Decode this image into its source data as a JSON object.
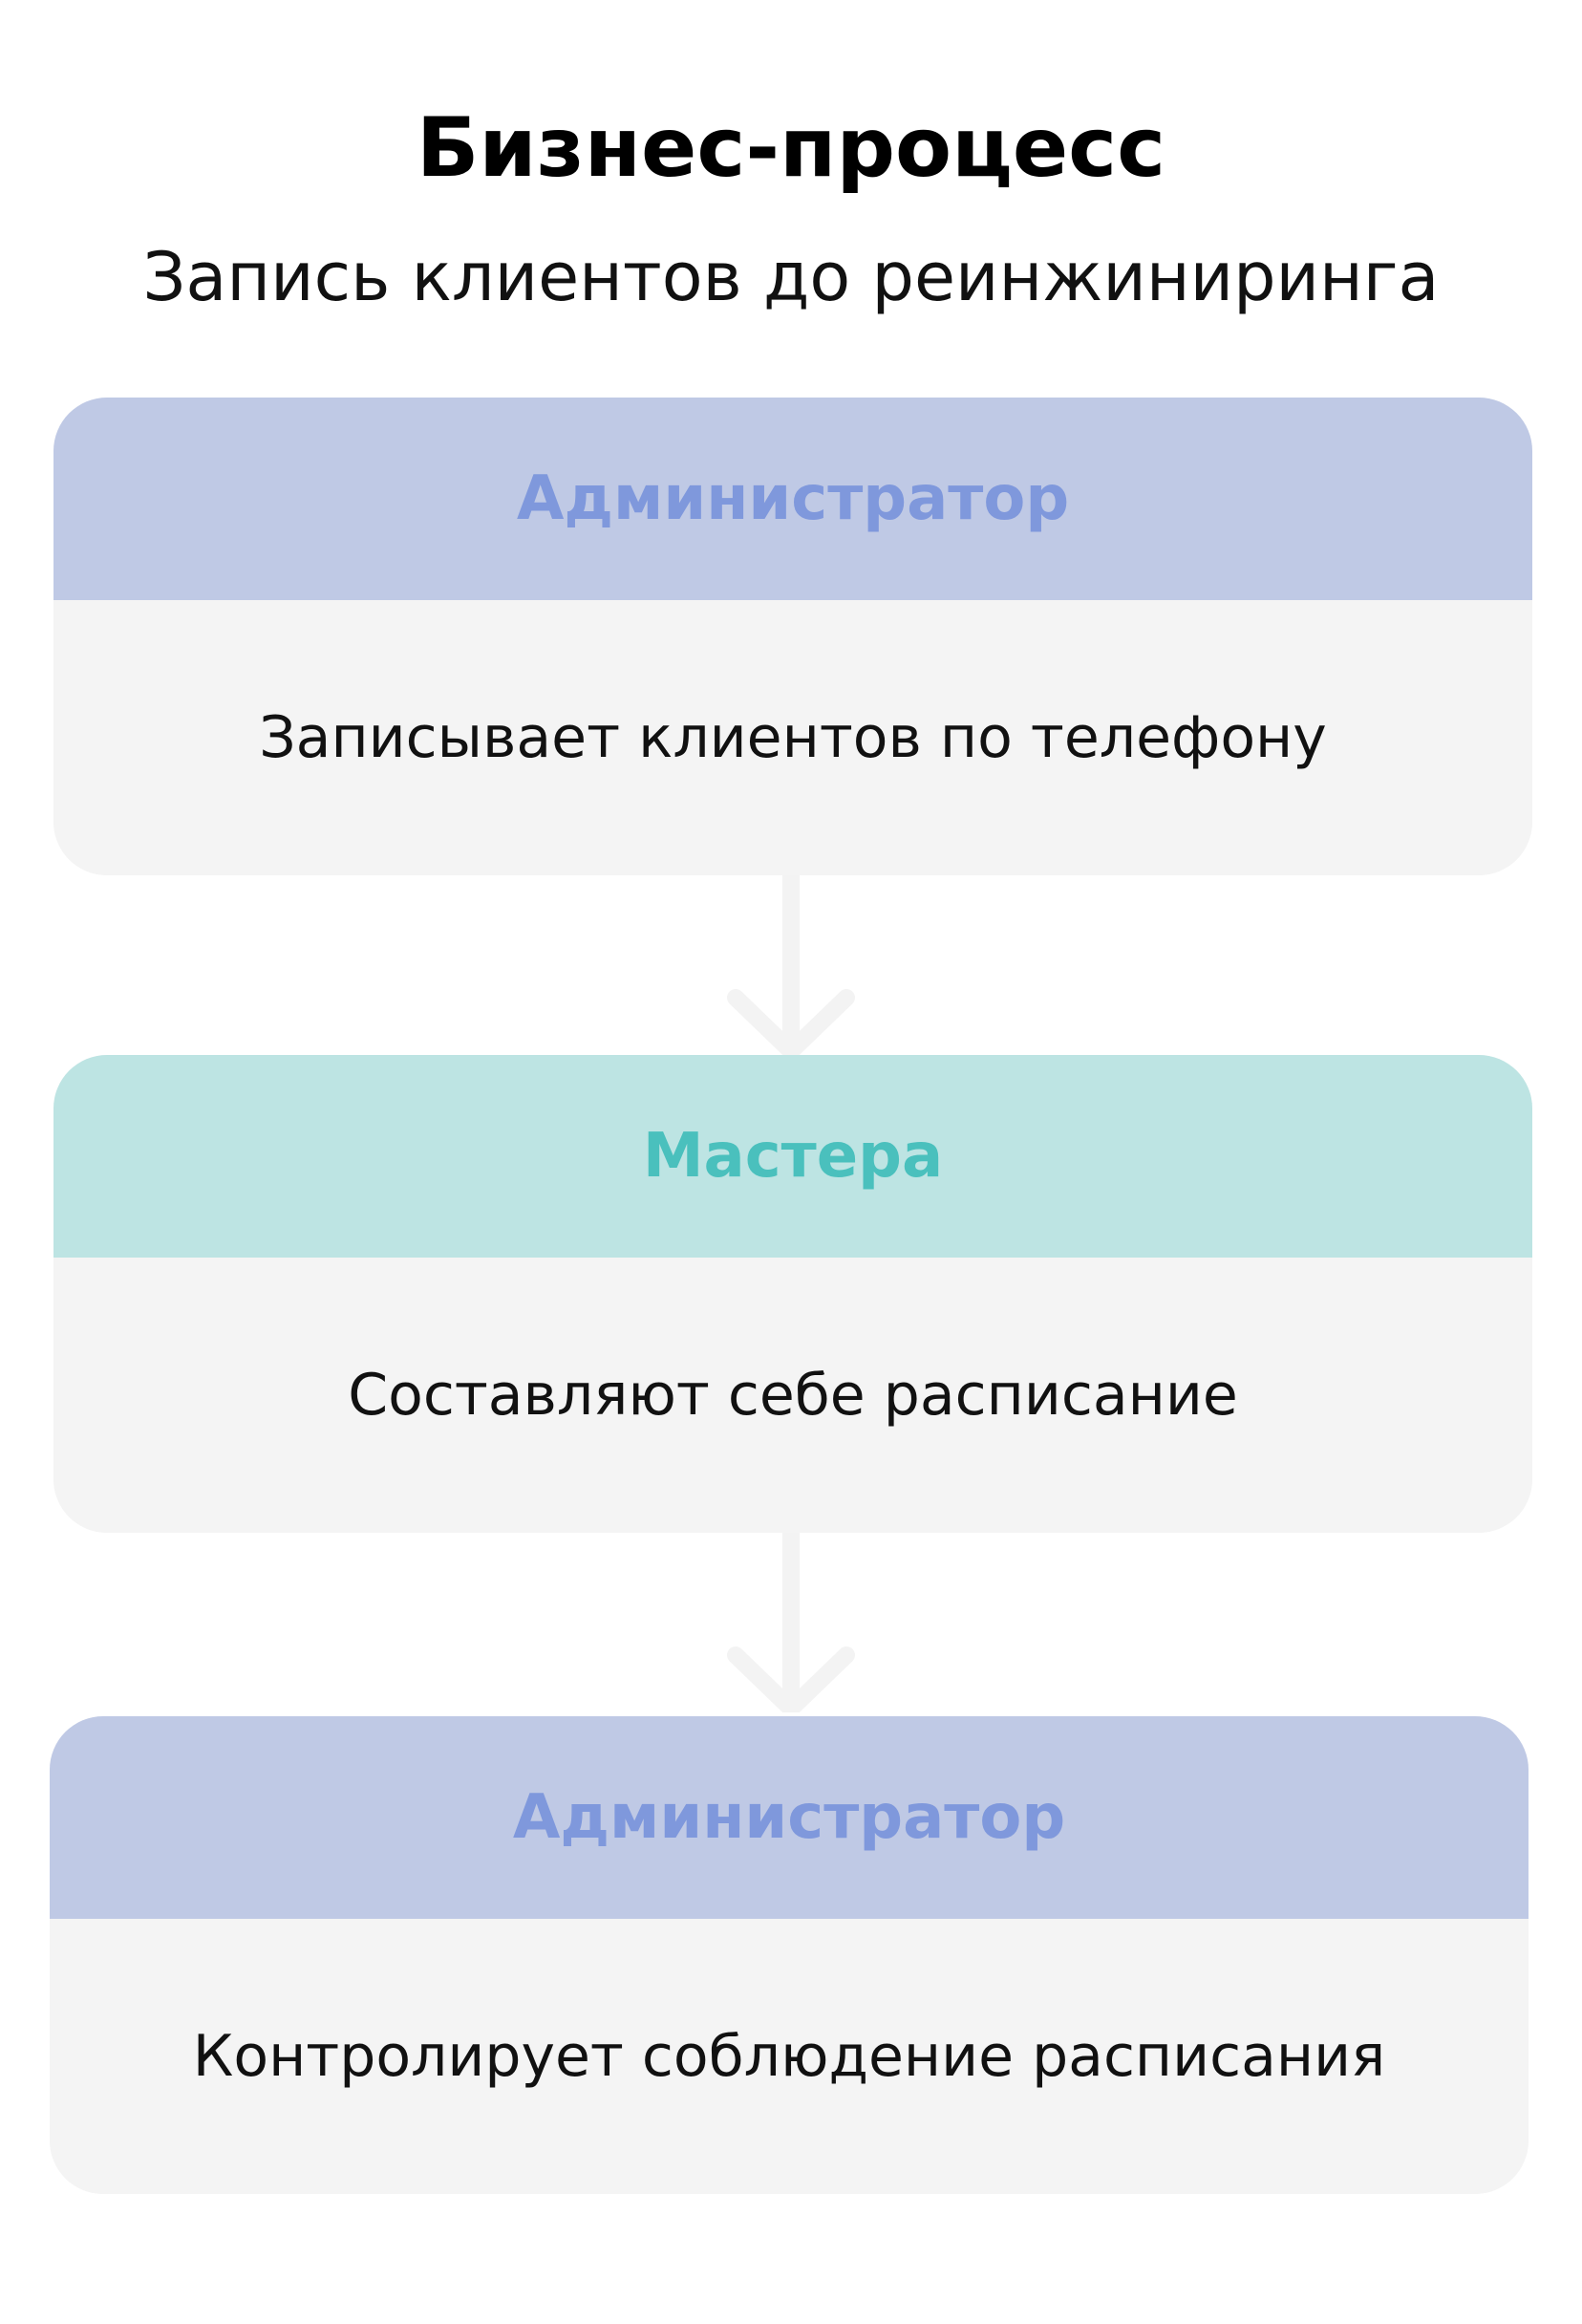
{
  "title": "Бизнес-процесс",
  "subtitle": "Запись клиентов до реинжиниринга",
  "colors": {
    "admin_header_bg": "#bfc9e5",
    "admin_header_text": "#7f98dc",
    "master_header_bg": "#bde4e3",
    "master_header_text": "#4ac0bd",
    "card_body_bg": "#f4f4f4",
    "connector": "#f3f3f3"
  },
  "steps": [
    {
      "role": "Администратор",
      "role_type": "admin",
      "action": "Записывает клиентов по телефону"
    },
    {
      "role": "Мастера",
      "role_type": "master",
      "action": "Составляют себе расписание"
    },
    {
      "role": "Администратор",
      "role_type": "admin",
      "action": "Контролирует соблюдение расписания"
    }
  ],
  "connectors": [
    {
      "icon": "arrow-down-icon"
    },
    {
      "icon": "arrow-down-icon"
    }
  ]
}
